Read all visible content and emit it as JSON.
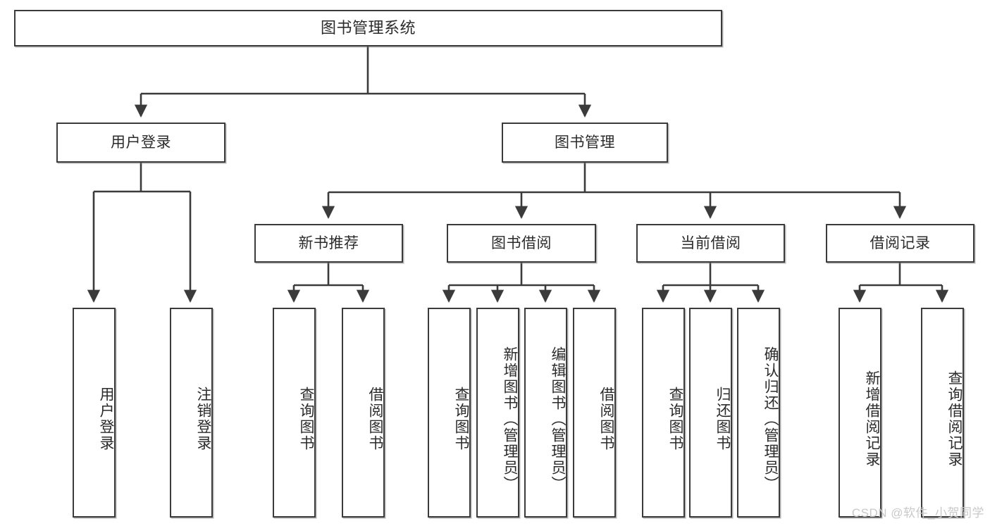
{
  "diagram": {
    "title": "图书管理系统",
    "type": "tree",
    "watermark": "CSDN @软件_小贺同学",
    "colors": {
      "stroke": "#3b3b3b",
      "fill": "#ffffff",
      "text": "#2b2b2b",
      "background": "#ffffff",
      "watermark": "#c9c9c9"
    },
    "nodes": {
      "root": {
        "label": "图书管理系统"
      },
      "level1": [
        {
          "id": "user-login",
          "label": "用户登录"
        },
        {
          "id": "book-management",
          "label": "图书管理"
        }
      ],
      "level2": [
        {
          "id": "new-book-recommend",
          "label": "新书推荐"
        },
        {
          "id": "book-borrow",
          "label": "图书借阅"
        },
        {
          "id": "current-borrow",
          "label": "当前借阅"
        },
        {
          "id": "borrow-record",
          "label": "借阅记录"
        }
      ],
      "leaves": {
        "user-login": [
          {
            "id": "leaf-user-login",
            "label": "用户登录"
          },
          {
            "id": "leaf-user-logout",
            "label": "注销登录"
          }
        ],
        "new-book-recommend": [
          {
            "id": "leaf-query-book-1",
            "label": "查询图书"
          },
          {
            "id": "leaf-borrow-book-1",
            "label": "借阅图书"
          }
        ],
        "book-borrow": [
          {
            "id": "leaf-query-book-2",
            "label": "查询图书"
          },
          {
            "id": "leaf-add-book",
            "label": "新增图书（管理员）"
          },
          {
            "id": "leaf-edit-book",
            "label": "编辑图书（管理员）"
          },
          {
            "id": "leaf-borrow-book-2",
            "label": "借阅图书"
          }
        ],
        "current-borrow": [
          {
            "id": "leaf-query-book-3",
            "label": "查询图书"
          },
          {
            "id": "leaf-return-book",
            "label": "归还图书"
          },
          {
            "id": "leaf-confirm-return",
            "label": "确认归还（管理员）"
          }
        ],
        "borrow-record": [
          {
            "id": "leaf-add-record",
            "label": "新增借阅记录"
          },
          {
            "id": "leaf-query-record",
            "label": "查询借阅记录"
          }
        ]
      }
    }
  }
}
